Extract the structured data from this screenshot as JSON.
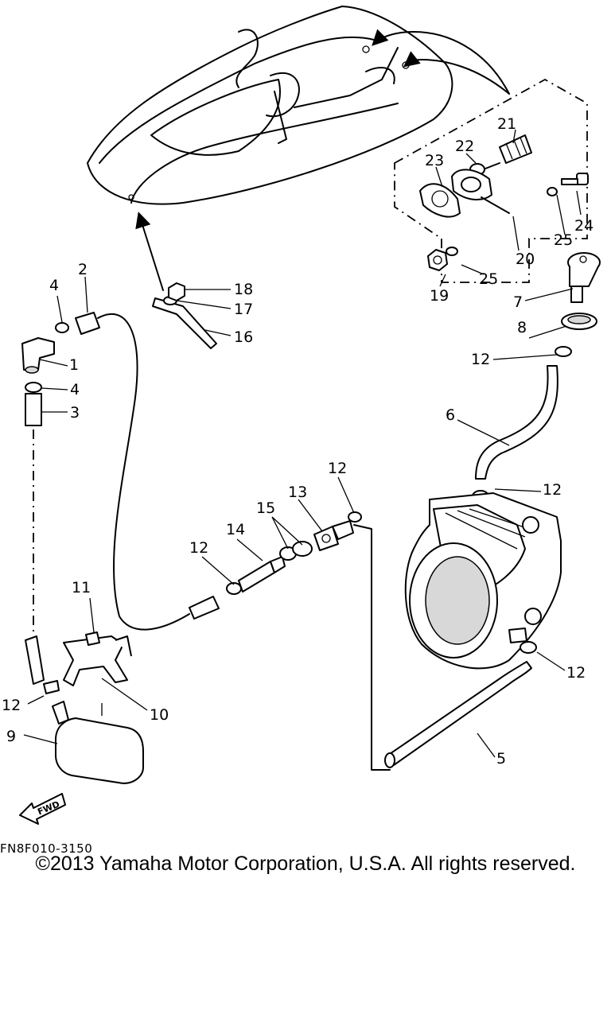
{
  "diagram_code": "FN8F010-3150",
  "copyright": "©2013 Yamaha Motor Corporation, U.S.A. All rights reserved.",
  "fwd_label": "FWD",
  "callouts": {
    "c1": "1",
    "c2": "2",
    "c3": "3",
    "c4a": "4",
    "c4b": "4",
    "c5": "5",
    "c6": "6",
    "c7": "7",
    "c8": "8",
    "c9": "9",
    "c10": "10",
    "c11": "11",
    "c12a": "12",
    "c12b": "12",
    "c12c": "12",
    "c12d": "12",
    "c12e": "12",
    "c12f": "12",
    "c13": "13",
    "c14": "14",
    "c15": "15",
    "c16": "16",
    "c17": "17",
    "c18": "18",
    "c19": "19",
    "c20": "20",
    "c21": "21",
    "c22": "22",
    "c23": "23",
    "c24": "24",
    "c25a": "25",
    "c25b": "25"
  }
}
